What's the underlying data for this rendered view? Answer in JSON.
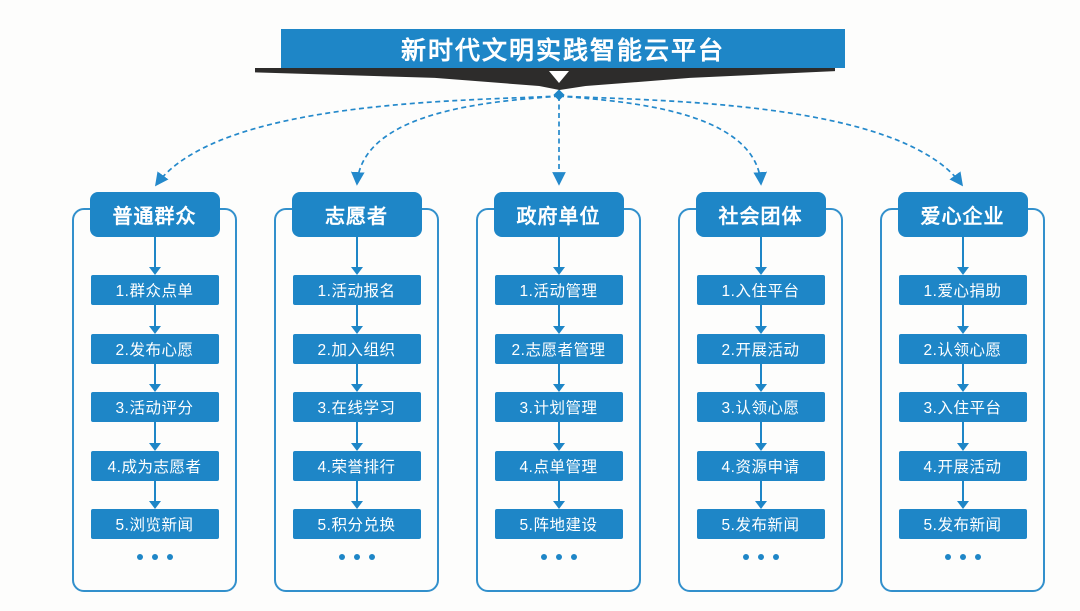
{
  "title": "新时代文明实践智能云平台",
  "colors": {
    "primary_blue": "#1e86c7",
    "outline_blue": "#3290cc",
    "connector_blue": "#2489cb",
    "ribbon_dark": "#2d2c2b",
    "text_on_blue": "#ffffff",
    "background": "#fdfdfc"
  },
  "icons": {
    "banner_pointer": "down-triangle",
    "flow_arrow": "solid-down-arrow",
    "connector": "dashed-curved-arrow",
    "more": "ellipsis-dots"
  },
  "columns": [
    {
      "id": "general-public",
      "title": "普通群众",
      "steps": [
        "1.群众点单",
        "2.发布心愿",
        "3.活动评分",
        "4.成为志愿者",
        "5.浏览新闻"
      ]
    },
    {
      "id": "volunteers",
      "title": "志愿者",
      "steps": [
        "1.活动报名",
        "2.加入组织",
        "3.在线学习",
        "4.荣誉排行",
        "5.积分兑换"
      ]
    },
    {
      "id": "government-units",
      "title": "政府单位",
      "steps": [
        "1.活动管理",
        "2.志愿者管理",
        "3.计划管理",
        "4.点单管理",
        "5.阵地建设"
      ]
    },
    {
      "id": "social-organizations",
      "title": "社会团体",
      "steps": [
        "1.入住平台",
        "2.开展活动",
        "3.认领心愿",
        "4.资源申请",
        "5.发布新闻"
      ]
    },
    {
      "id": "caring-enterprises",
      "title": "爱心企业",
      "steps": [
        "1.爱心捐助",
        "2.认领心愿",
        "3.入住平台",
        "4.开展活动",
        "5.发布新闻"
      ]
    }
  ]
}
